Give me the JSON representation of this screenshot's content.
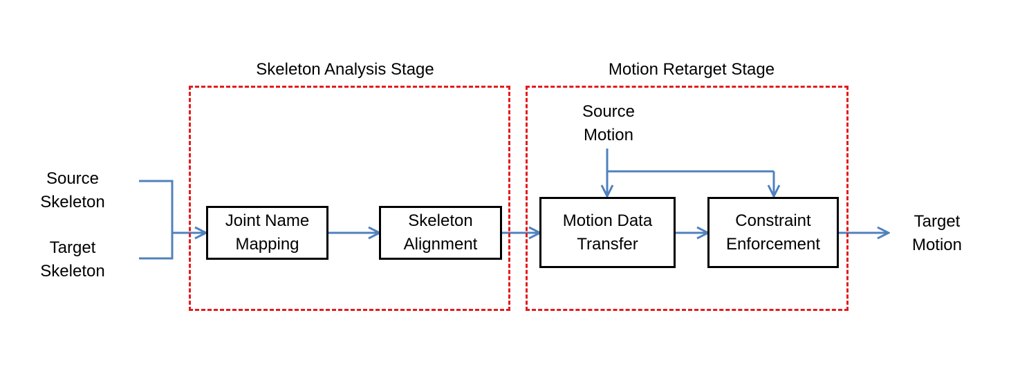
{
  "colors": {
    "arrow": "#4f81bd",
    "stage_border": "#e41a1c",
    "box_border": "#000000",
    "text": "#000000"
  },
  "stages": {
    "analysis": {
      "title": "Skeleton Analysis Stage"
    },
    "retarget": {
      "title": "Motion Retarget Stage"
    }
  },
  "inputs": {
    "source_skeleton": {
      "line1": "Source",
      "line2": "Skeleton"
    },
    "target_skeleton": {
      "line1": "Target",
      "line2": "Skeleton"
    },
    "source_motion": {
      "line1": "Source",
      "line2": "Motion"
    }
  },
  "boxes": {
    "joint_name_mapping": {
      "line1": "Joint Name",
      "line2": "Mapping"
    },
    "skeleton_alignment": {
      "line1": "Skeleton",
      "line2": "Alignment"
    },
    "motion_data_transfer": {
      "line1": "Motion Data",
      "line2": "Transfer"
    },
    "constraint_enforcement": {
      "line1": "Constraint",
      "line2": "Enforcement"
    }
  },
  "output": {
    "target_motion": {
      "line1": "Target",
      "line2": "Motion"
    }
  }
}
